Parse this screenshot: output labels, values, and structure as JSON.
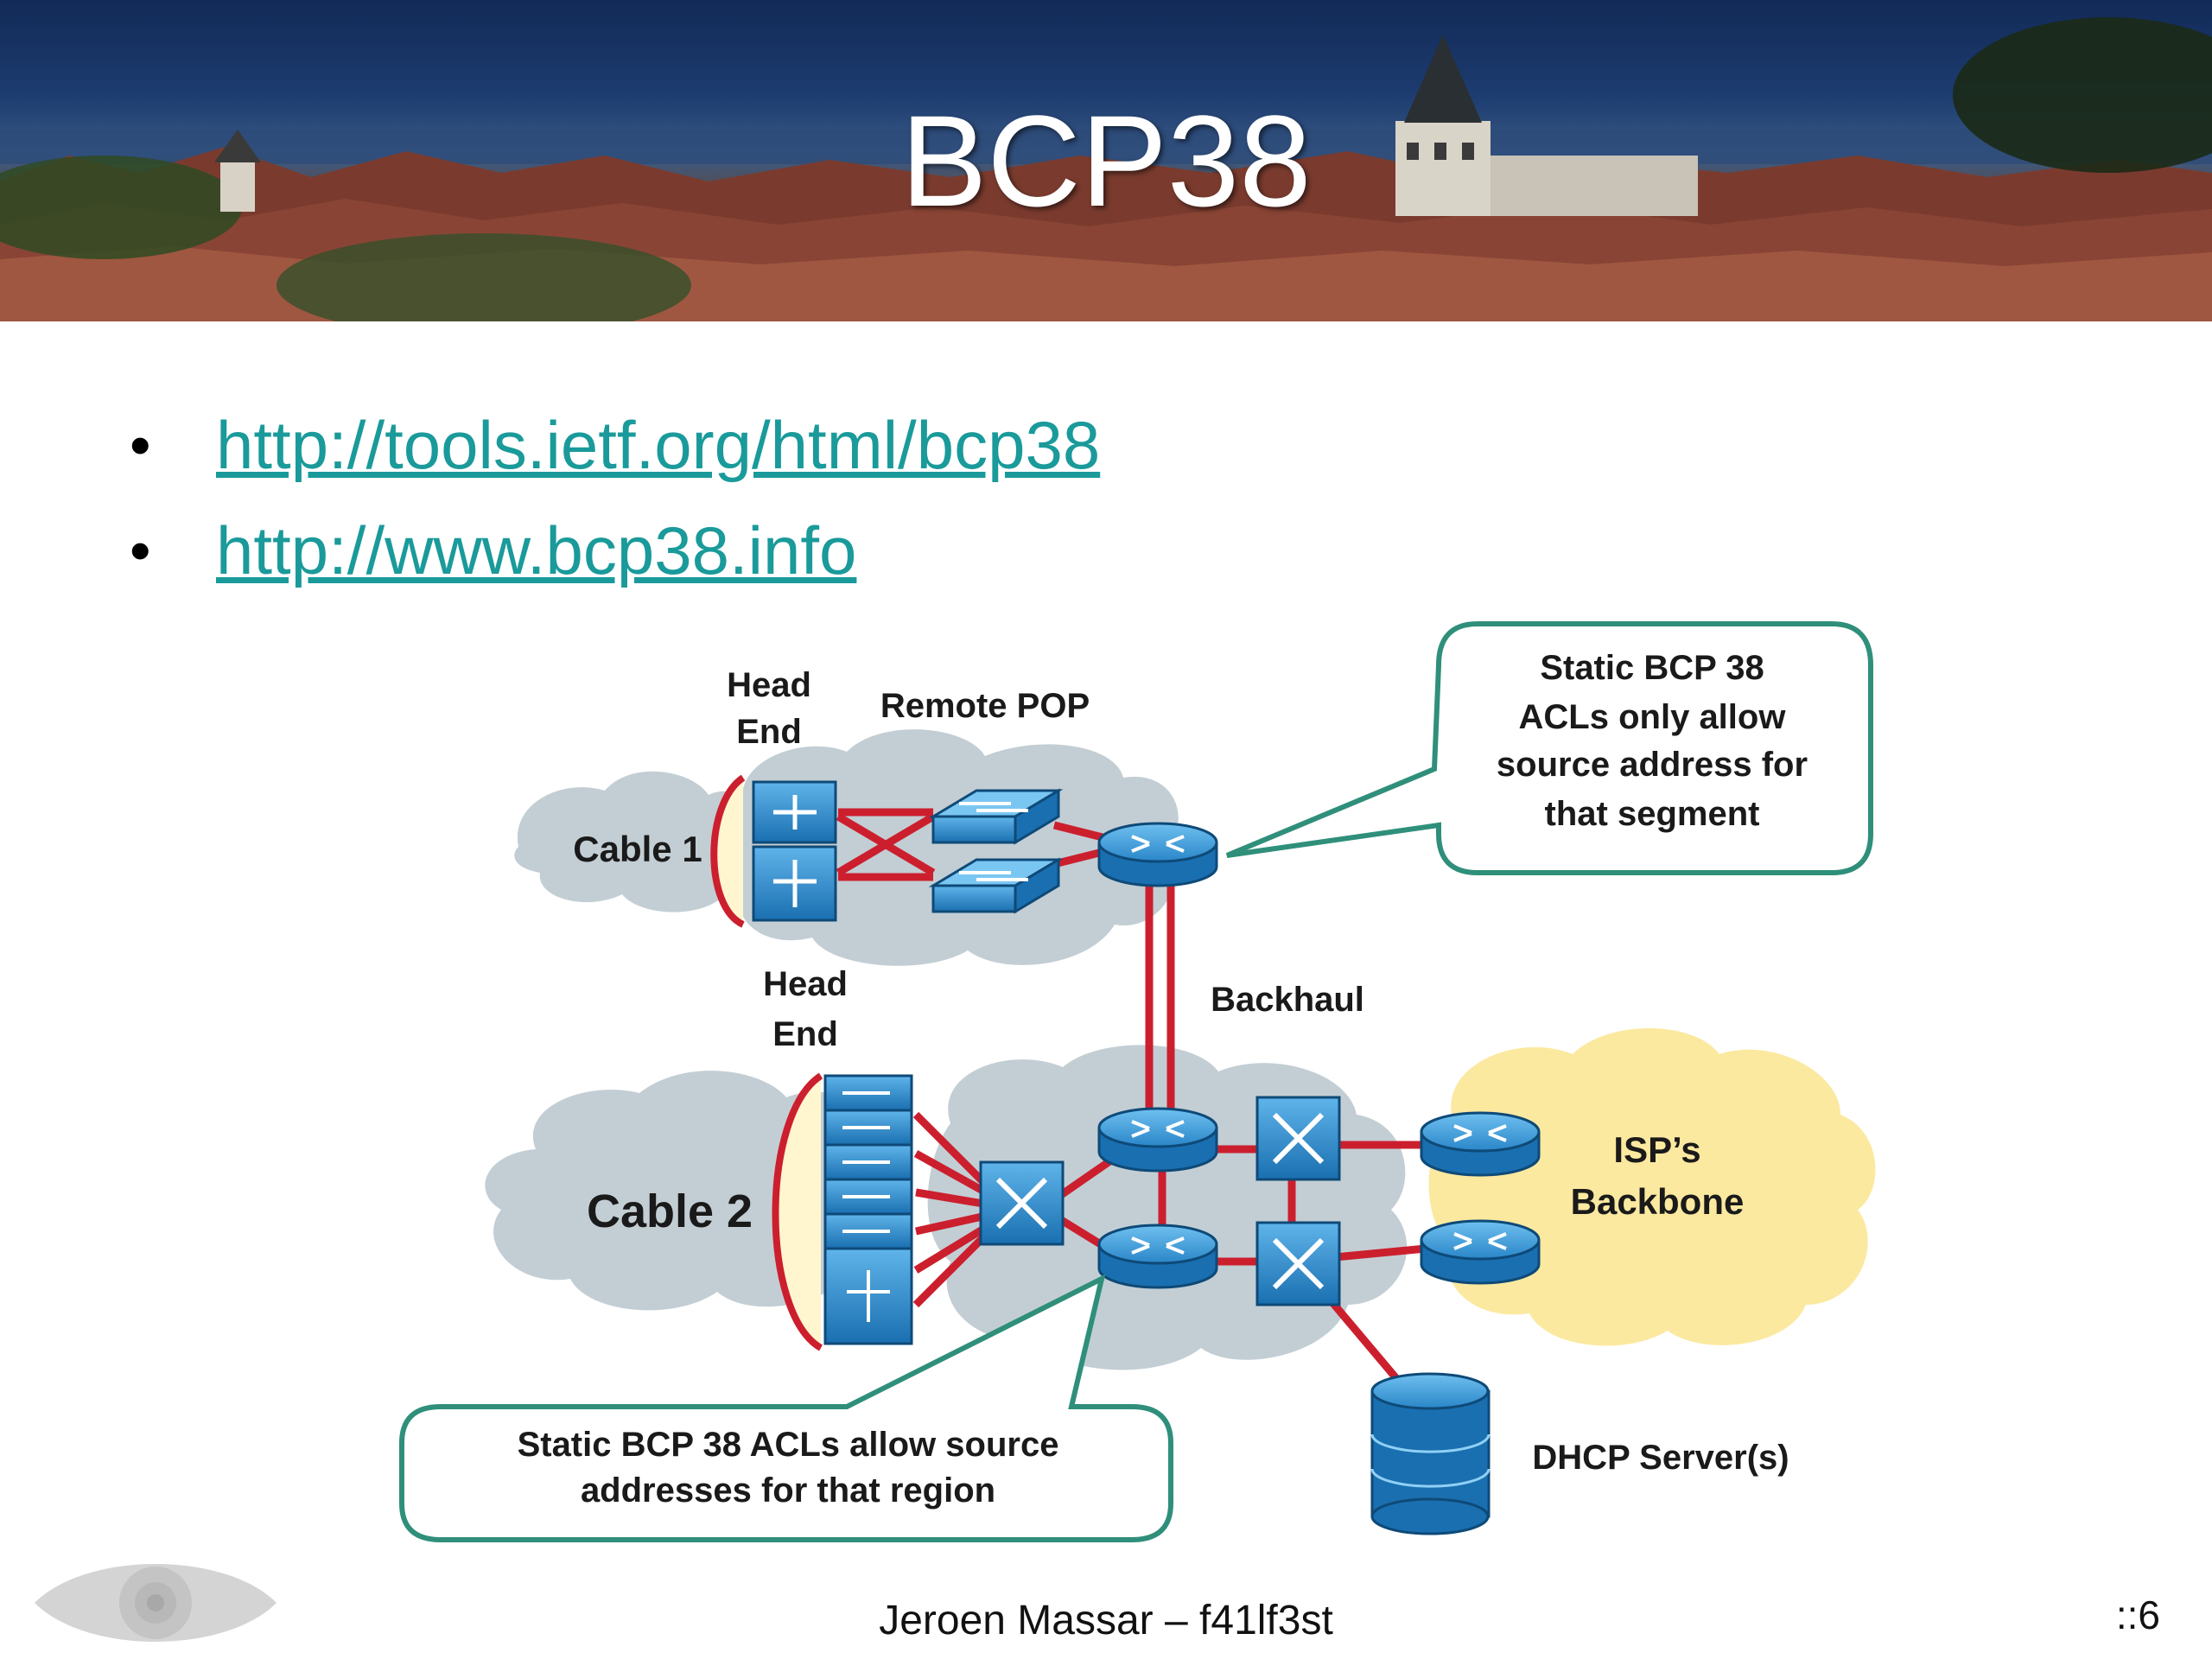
{
  "slide": {
    "title": "BCP38",
    "links": [
      "http://tools.ietf.org/html/bcp38",
      "http://www.bcp38.info"
    ]
  },
  "diagram": {
    "head_end_top": [
      "Head",
      "End"
    ],
    "remote_pop": "Remote POP",
    "cable1": "Cable 1",
    "callout_top": [
      "Static BCP 38",
      "ACLs only allow",
      "source address for",
      "that segment"
    ],
    "backhaul": "Backhaul",
    "head_end_bottom": [
      "Head",
      "End"
    ],
    "cable2": "Cable 2",
    "isp_backbone": [
      "ISP’s",
      "Backbone"
    ],
    "dhcp": "DHCP Server(s)",
    "callout_bottom": [
      "Static BCP 38 ACLs allow source",
      "addresses for that region"
    ]
  },
  "footer": {
    "author": "Jeroen Massar – f41lf3st",
    "page": "::6"
  },
  "colors": {
    "link": "#1a9a9a",
    "callout_border": "#2f8f7a",
    "cloud": "#c3ced4",
    "backbone_cloud": "#fbe9a0",
    "device_blue": "#1d7fc4",
    "link_red": "#cc1f2e"
  }
}
